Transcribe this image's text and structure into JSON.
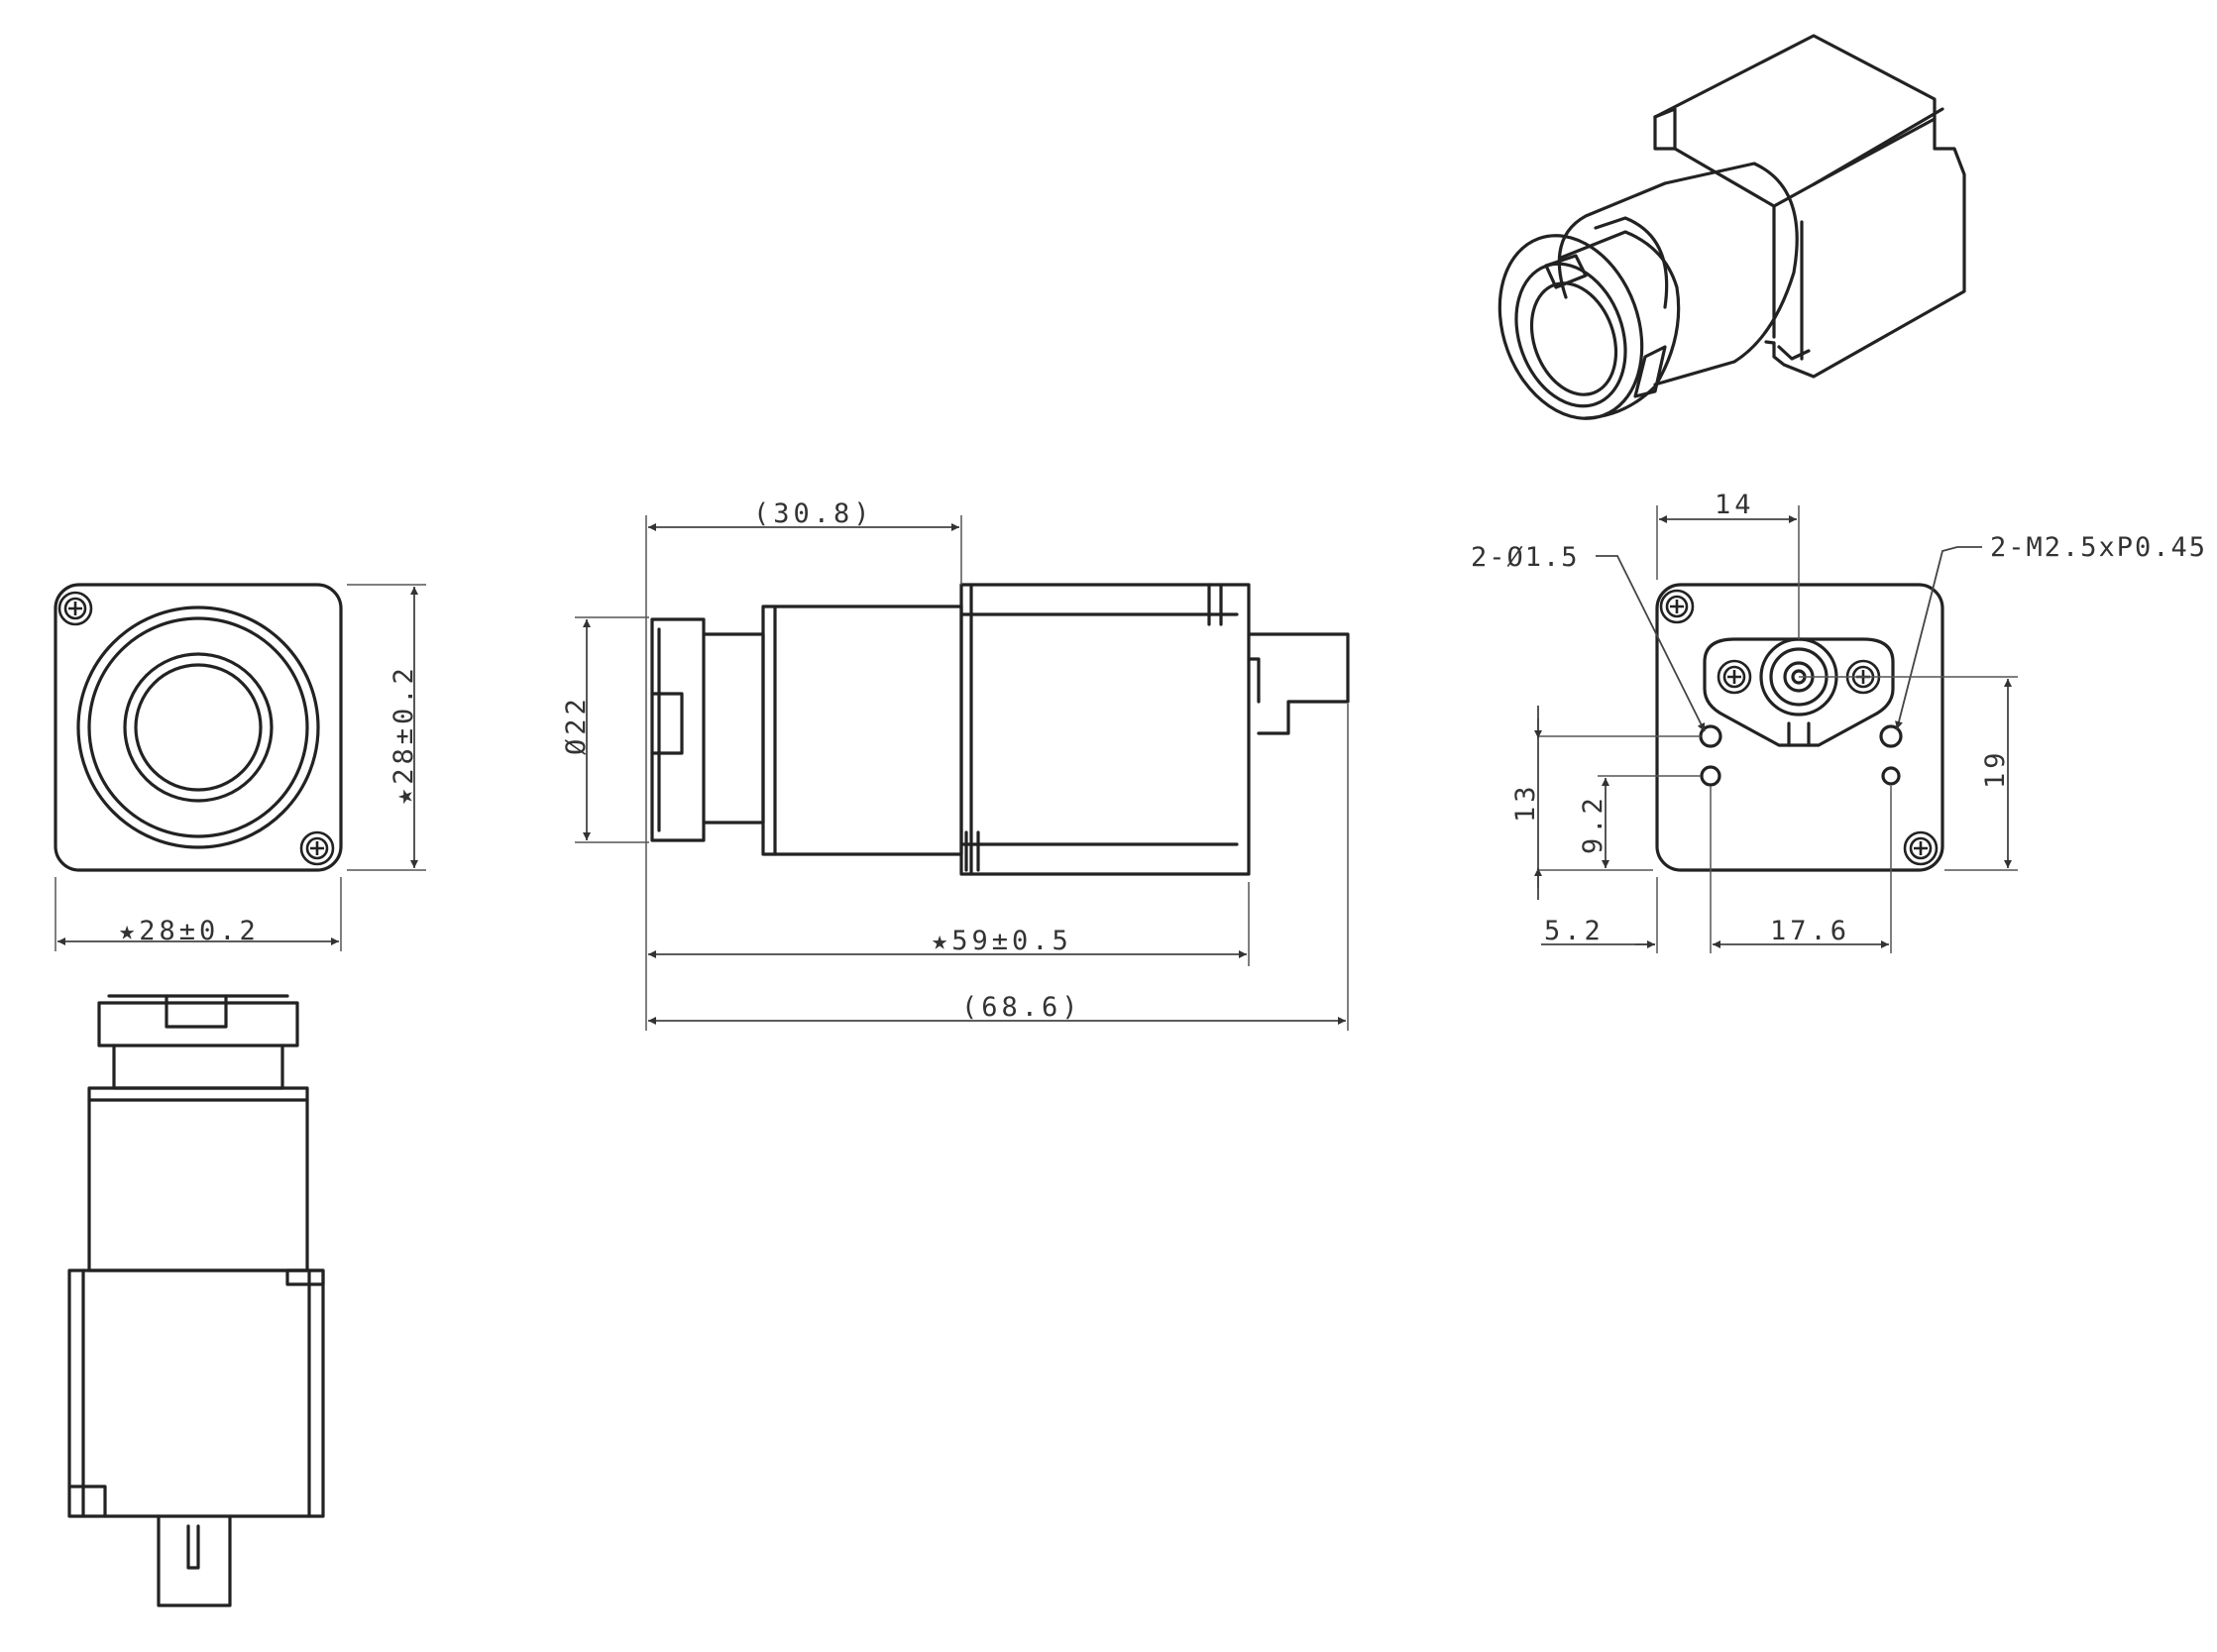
{
  "dimensions": {
    "front_width": "★28±0.2",
    "front_height": "★28±0.2",
    "lens_length": "(30.8)",
    "lens_diameter": "Ø22",
    "body_length": "★59±0.5",
    "overall_length": "(68.6)",
    "rear_hole_spacing_top": "14",
    "rear_hole_spacing_bottom": "17.6",
    "rear_edge_offset": "5.2",
    "rear_height_13": "13",
    "rear_height_9_2": "9.2",
    "rear_height_19": "19"
  },
  "notes": {
    "hole_callout": "2-Ø1.5",
    "thread_callout": "2-M2.5xP0.45"
  }
}
